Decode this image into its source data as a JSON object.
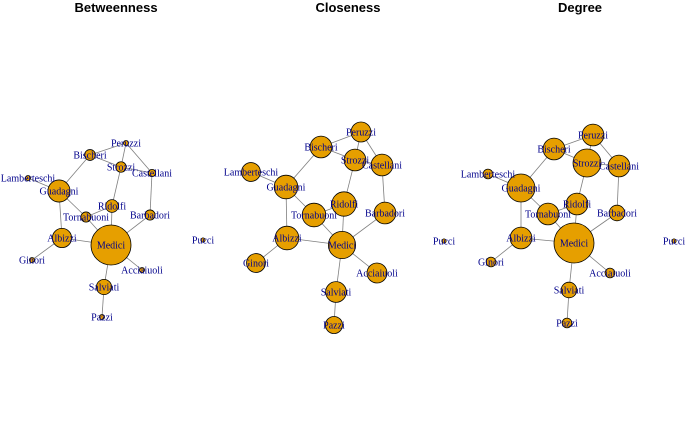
{
  "colors": {
    "node_fill": "#e69f00",
    "node_stroke": "#000000",
    "edge": "#7f7f7f",
    "label": "#00008b",
    "title": "#000000"
  },
  "nodes": [
    "Medici",
    "Albizzi",
    "Ginori",
    "Guadagni",
    "Lamberteschi",
    "Bischeri",
    "Peruzzi",
    "Strozzi",
    "Castellani",
    "Barbadori",
    "Ridolfi",
    "Tornabuoni",
    "Acciaiuoli",
    "Salviati",
    "Pazzi",
    "Pucci"
  ],
  "edges": [
    [
      "Medici",
      "Acciaiuoli"
    ],
    [
      "Medici",
      "Albizzi"
    ],
    [
      "Medici",
      "Barbadori"
    ],
    [
      "Medici",
      "Ridolfi"
    ],
    [
      "Medici",
      "Salviati"
    ],
    [
      "Medici",
      "Tornabuoni"
    ],
    [
      "Albizzi",
      "Ginori"
    ],
    [
      "Albizzi",
      "Guadagni"
    ],
    [
      "Guadagni",
      "Lamberteschi"
    ],
    [
      "Guadagni",
      "Bischeri"
    ],
    [
      "Guadagni",
      "Tornabuoni"
    ],
    [
      "Bischeri",
      "Peruzzi"
    ],
    [
      "Bischeri",
      "Strozzi"
    ],
    [
      "Peruzzi",
      "Strozzi"
    ],
    [
      "Peruzzi",
      "Castellani"
    ],
    [
      "Strozzi",
      "Castellani"
    ],
    [
      "Strozzi",
      "Ridolfi"
    ],
    [
      "Castellani",
      "Barbadori"
    ],
    [
      "Ridolfi",
      "Tornabuoni"
    ],
    [
      "Salviati",
      "Pazzi"
    ]
  ],
  "panels": [
    {
      "title": "Betweenness",
      "sizes": {
        "Medici": 1.0,
        "Albizzi": 0.43,
        "Ginori": 0.04,
        "Guadagni": 0.51,
        "Lamberteschi": 0.04,
        "Bischeri": 0.2,
        "Peruzzi": 0.04,
        "Strozzi": 0.19,
        "Castellani": 0.1,
        "Barbadori": 0.18,
        "Ridolfi": 0.25,
        "Tornabuoni": 0.18,
        "Acciaiuoli": 0.04,
        "Salviati": 0.32,
        "Pazzi": 0.04,
        "Pucci": 0.02
      }
    },
    {
      "title": "Closeness",
      "sizes": {
        "Medici": 0.65,
        "Albizzi": 0.55,
        "Ginori": 0.42,
        "Guadagni": 0.55,
        "Lamberteschi": 0.42,
        "Bischeri": 0.5,
        "Peruzzi": 0.45,
        "Strozzi": 0.5,
        "Castellani": 0.5,
        "Barbadori": 0.5,
        "Ridolfi": 0.57,
        "Tornabuoni": 0.55,
        "Acciaiuoli": 0.45,
        "Salviati": 0.47,
        "Pazzi": 0.37,
        "Pucci": 0.02
      }
    },
    {
      "title": "Degree",
      "sizes": {
        "Medici": 1.0,
        "Albizzi": 0.5,
        "Ginori": 0.17,
        "Guadagni": 0.67,
        "Lamberteschi": 0.17,
        "Bischeri": 0.5,
        "Peruzzi": 0.5,
        "Strozzi": 0.67,
        "Castellani": 0.5,
        "Barbadori": 0.33,
        "Ridolfi": 0.5,
        "Tornabuoni": 0.5,
        "Acciaiuoli": 0.17,
        "Salviati": 0.33,
        "Pazzi": 0.17,
        "Pucci": 0.02
      }
    }
  ]
}
